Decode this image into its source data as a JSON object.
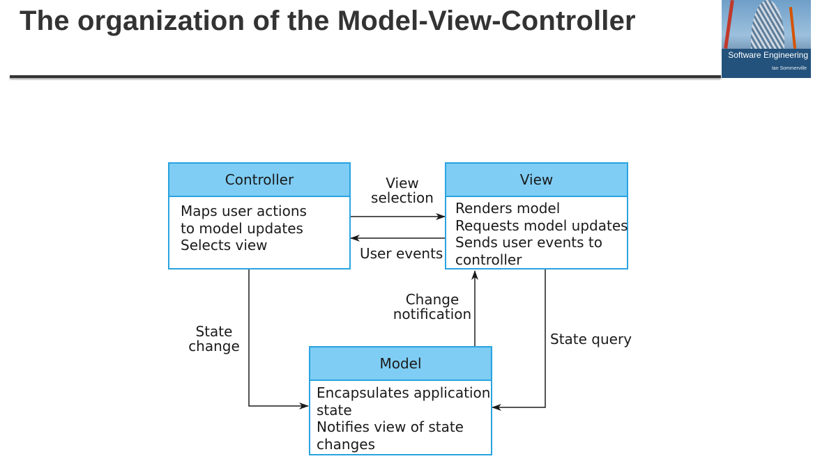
{
  "slide": {
    "title": "The organization of the Model-View-Controller"
  },
  "book": {
    "title": "Software Engineering",
    "author": "Ian Sommerville"
  },
  "diagram": {
    "controller": {
      "title": "Controller",
      "lines": [
        "Maps user actions",
        "to model updates",
        "Selects view"
      ]
    },
    "view": {
      "title": "View",
      "lines": [
        "Renders model",
        "Requests model updates",
        "Sends user events to",
        "controller"
      ]
    },
    "model": {
      "title": "Model",
      "lines": [
        "Encapsulates application",
        "state",
        "Notifies view of state",
        "changes"
      ]
    },
    "edges": {
      "view_selection": [
        "View",
        "selection"
      ],
      "user_events": "User events",
      "change_notification": [
        "Change",
        "notification"
      ],
      "state_change": [
        "State",
        "change"
      ],
      "state_query": "State query"
    },
    "colors": {
      "box_border": "#29a3e0",
      "box_header": "#7fcdf4",
      "line": "#1a1a1a"
    }
  }
}
